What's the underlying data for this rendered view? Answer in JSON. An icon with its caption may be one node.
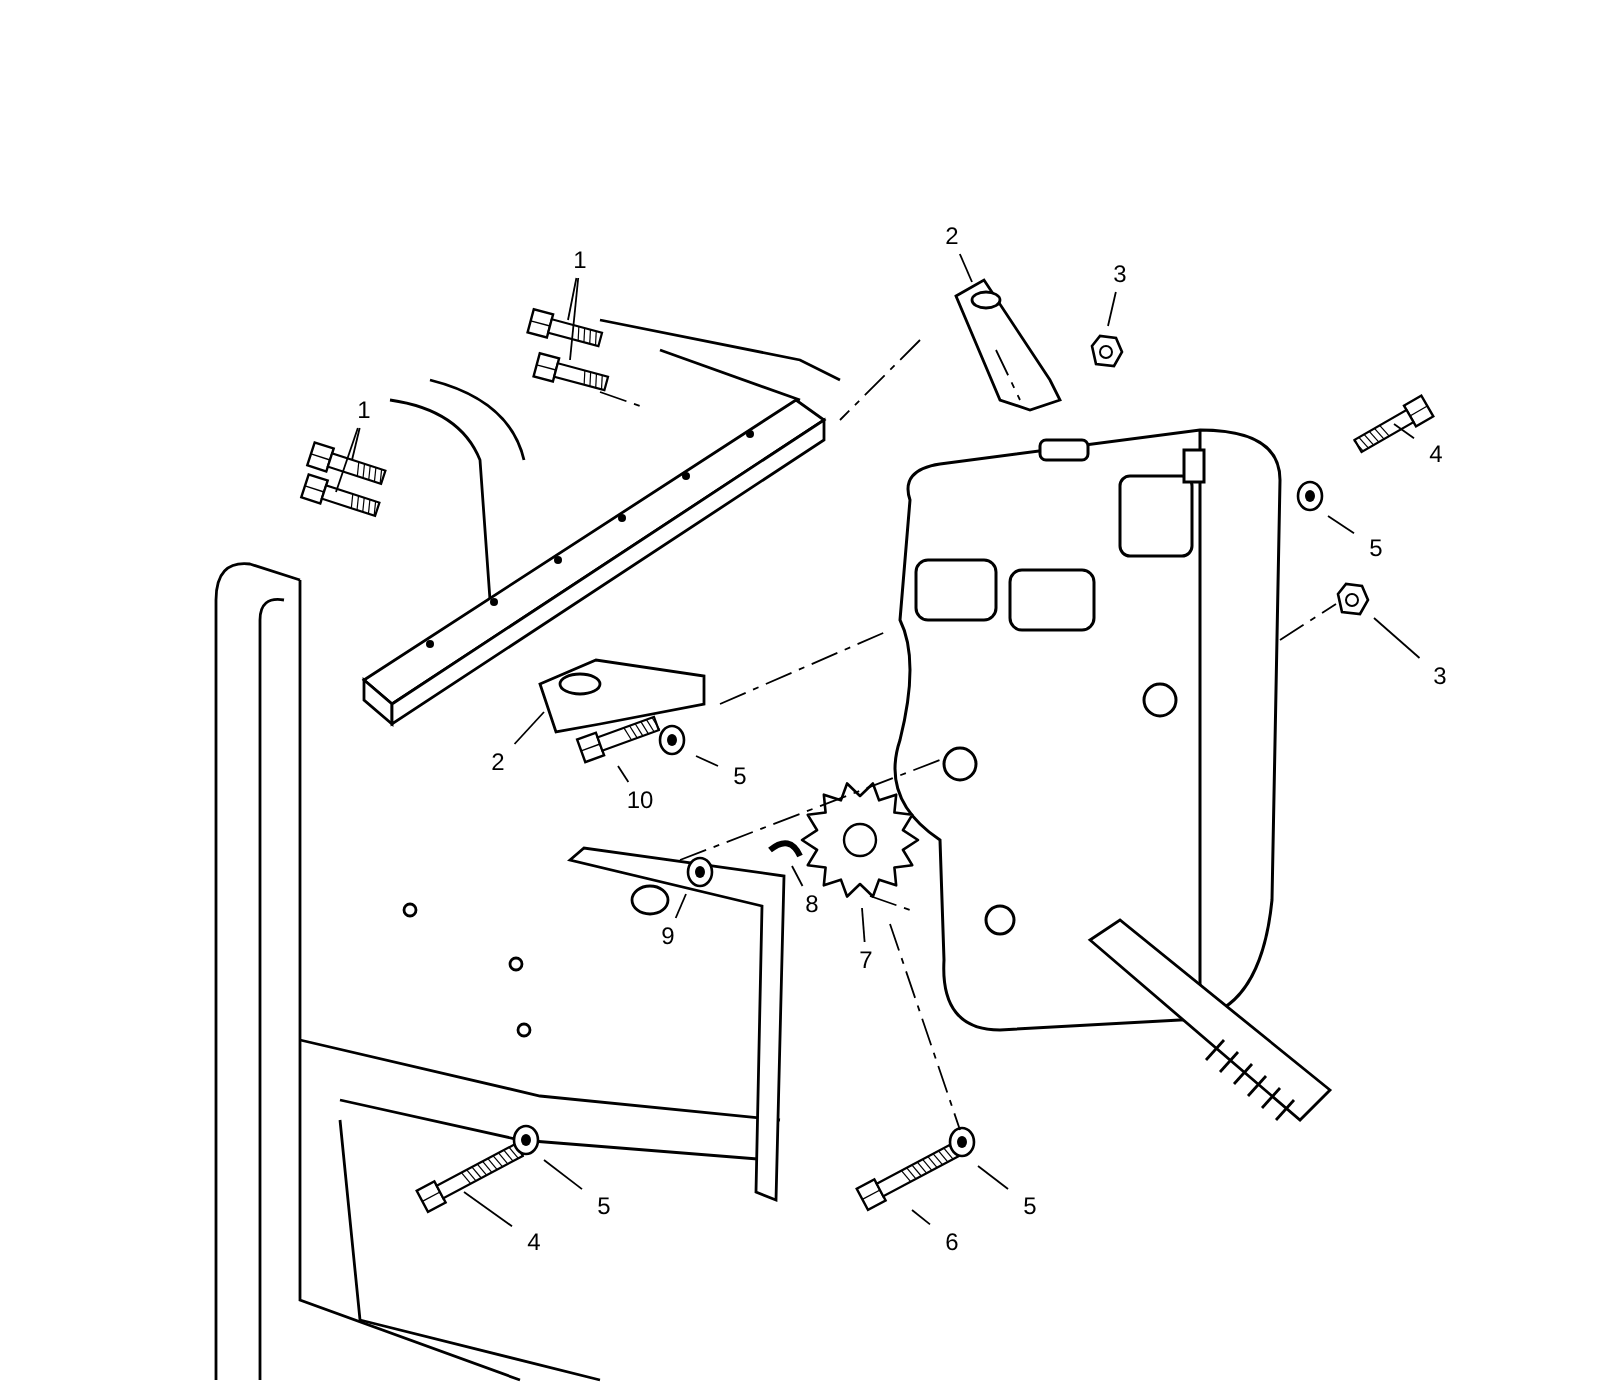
{
  "diagram": {
    "nodes": [
      {
        "text": [
          "1"
        ]
      },
      {
        "text": [
          "1"
        ]
      },
      {
        "text": [
          "2"
        ]
      },
      {
        "text": [
          "3"
        ]
      },
      {
        "text": [
          "4"
        ]
      },
      {
        "text": [
          "5"
        ]
      },
      {
        "text": [
          "3"
        ]
      },
      {
        "text": [
          "2"
        ]
      },
      {
        "text": [
          "10"
        ]
      },
      {
        "text": [
          "5"
        ]
      },
      {
        "text": [
          "9"
        ]
      },
      {
        "text": [
          "8"
        ]
      },
      {
        "text": [
          "7"
        ]
      },
      {
        "text": [
          "4"
        ]
      },
      {
        "text": [
          "5"
        ]
      },
      {
        "text": [
          "6"
        ]
      },
      {
        "text": [
          "5"
        ]
      }
    ],
    "edges": [
      {
        "from": 0,
        "to": null,
        "arrow": "none"
      },
      {
        "from": 0,
        "to": null,
        "arrow": "none"
      },
      {
        "from": 1,
        "to": null,
        "arrow": "none"
      },
      {
        "from": 1,
        "to": null,
        "arrow": "none"
      },
      {
        "from": 2,
        "to": null,
        "arrow": "none"
      },
      {
        "from": 3,
        "to": null,
        "arrow": "none"
      },
      {
        "from": 4,
        "to": null,
        "arrow": "none"
      },
      {
        "from": 5,
        "to": null,
        "arrow": "none"
      },
      {
        "from": 6,
        "to": null,
        "arrow": "none"
      },
      {
        "from": 7,
        "to": null,
        "arrow": "none"
      },
      {
        "from": 8,
        "to": null,
        "arrow": "none"
      },
      {
        "from": 9,
        "to": null,
        "arrow": "none"
      },
      {
        "from": 10,
        "to": null,
        "arrow": "none"
      },
      {
        "from": 11,
        "to": null,
        "arrow": "none"
      },
      {
        "from": 12,
        "to": null,
        "arrow": "none"
      },
      {
        "from": 13,
        "to": null,
        "arrow": "none"
      },
      {
        "from": 14,
        "to": null,
        "arrow": "none"
      },
      {
        "from": 15,
        "to": null,
        "arrow": "none"
      },
      {
        "from": 16,
        "to": null,
        "arrow": "none"
      }
    ]
  }
}
